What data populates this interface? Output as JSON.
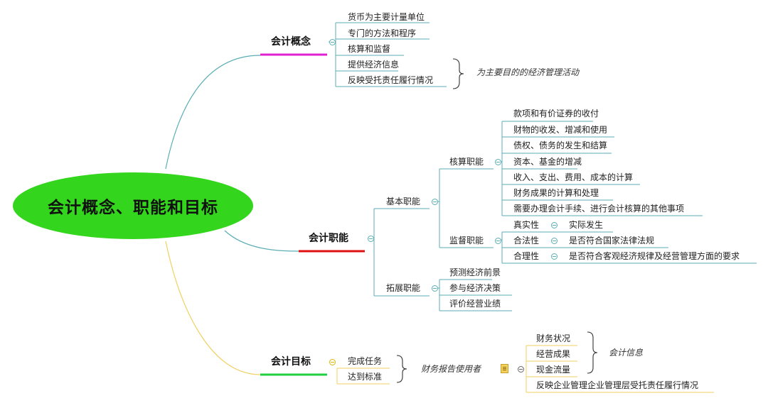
{
  "root": {
    "label": "会计概念、职能和目标"
  },
  "concept": {
    "label": "会计概念",
    "items": [
      "货币为主要计量单位",
      "专门的方法和程序",
      "核算和监督",
      "提供经济信息",
      "反映受托责任履行情况"
    ],
    "brace_note": "为主要目的的经济管理活动"
  },
  "function": {
    "label": "会计职能",
    "basic": {
      "label": "基本职能",
      "accounting": {
        "label": "核算职能",
        "items": [
          "款项和有价证券的收付",
          "财物的收发、增减和使用",
          "债权、债务的发生和结算",
          "资本、基金的增减",
          "收入、支出、费用、成本的计算",
          "财务成果的计算和处理",
          "需要办理会计手续、进行会计核算的其他事项"
        ]
      },
      "supervision": {
        "label": "监督职能",
        "items": [
          {
            "name": "真实性",
            "desc": "实际发生"
          },
          {
            "name": "合法性",
            "desc": "是否符合国家法律法规"
          },
          {
            "name": "合理性",
            "desc": "是否符合客观经济规律及经营管理方面的要求"
          }
        ]
      }
    },
    "extended": {
      "label": "拓展职能",
      "items": [
        "预测经济前景",
        "参与经济决策",
        "评价经营业绩"
      ]
    }
  },
  "goal": {
    "label": "会计目标",
    "tasks": [
      "完成任务",
      "达到标准"
    ],
    "users_label": "财务报告使用者",
    "info": [
      "财务状况",
      "经营成果",
      "现金流量"
    ],
    "info_note": "会计信息",
    "extra": "反映企业管理企业管理层受托责任履行情况"
  },
  "colors": {
    "root_fill": "#33d61c",
    "concept_accent": "#e020d0",
    "function_accent": "#e01010",
    "goal_accent": "#20d040",
    "connector": "#5aaeb4",
    "goal_connector": "#f0d060"
  },
  "icons": [
    "collapse-toggle-icon",
    "note-icon",
    "brace-icon"
  ]
}
